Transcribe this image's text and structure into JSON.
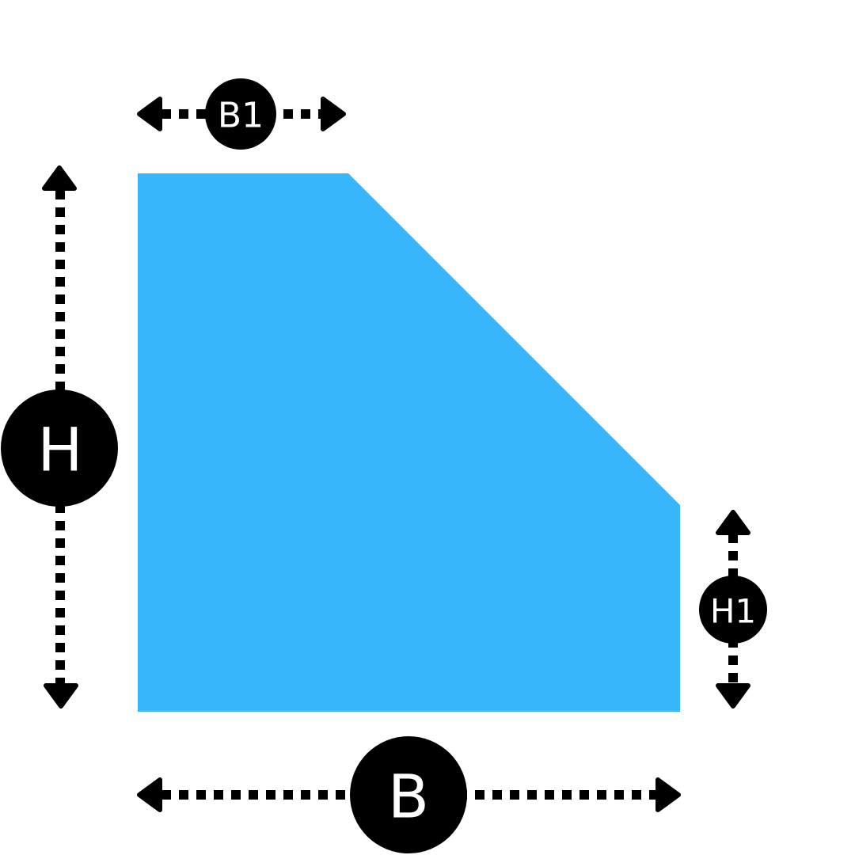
{
  "shape": {
    "fill_color": "#38b6fc"
  },
  "dimensions": {
    "b1": {
      "label": "B1"
    },
    "h": {
      "label": "H"
    },
    "h1": {
      "label": "H1"
    },
    "b": {
      "label": "B"
    }
  },
  "colors": {
    "annotation": "#000000",
    "label_text": "#ffffff"
  }
}
